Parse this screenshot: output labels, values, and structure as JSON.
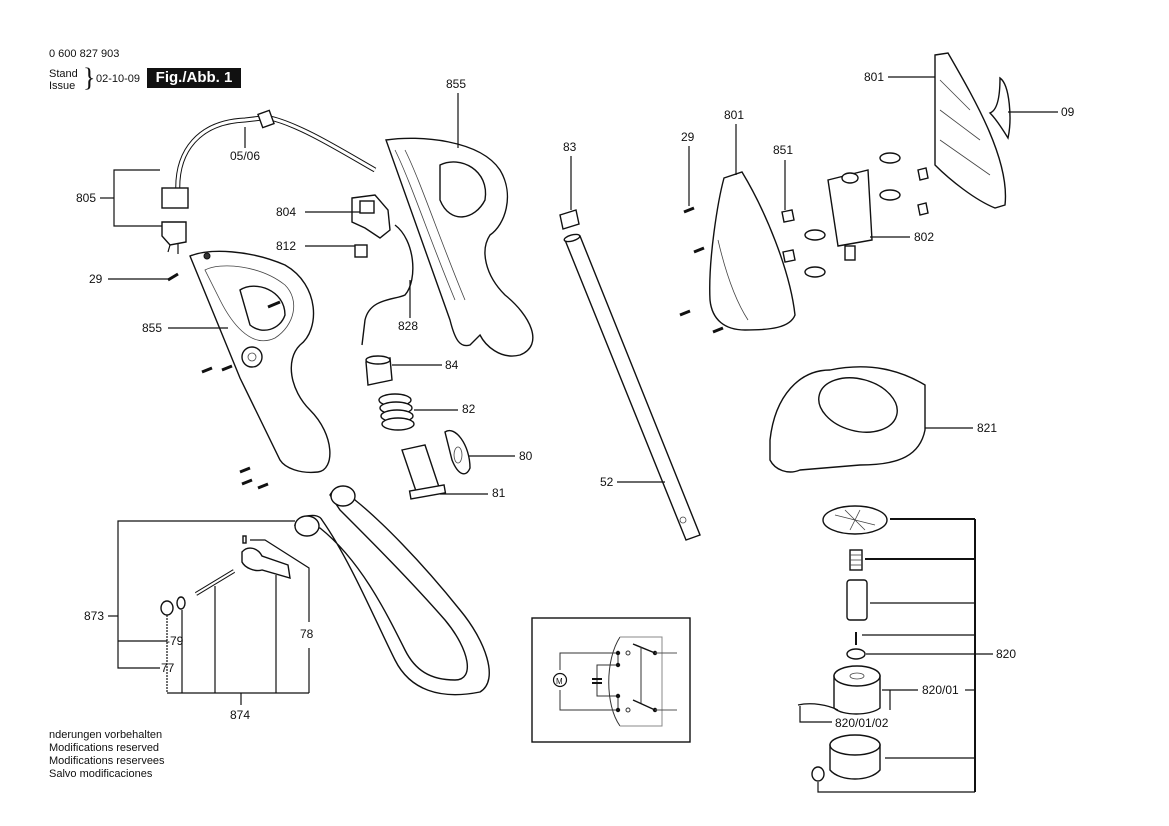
{
  "header": {
    "document_number": "0 600 827 903",
    "stand_label": "Stand",
    "issue_label": "Issue",
    "date": "02-10-09",
    "figure_label": "Fig./Abb. 1"
  },
  "footer": {
    "lines": [
      "nderungen vorbehalten",
      "Modifications reserved",
      "Modifications reservees",
      "Salvo modificaciones"
    ]
  },
  "parts": {
    "p855_top": "855",
    "p05_06": "05/06",
    "p805": "805",
    "p804": "804",
    "p812": "812",
    "p29_left": "29",
    "p855_left": "855",
    "p828": "828",
    "p84": "84",
    "p82": "82",
    "p80": "80",
    "p81": "81",
    "p83": "83",
    "p52": "52",
    "p29_right": "29",
    "p801_left": "801",
    "p801_right": "801",
    "p09": "09",
    "p851": "851",
    "p802": "802",
    "p821": "821",
    "p820": "820",
    "p820_01": "820/01",
    "p820_01_02": "820/01/02",
    "p873": "873",
    "p79": "-79",
    "p77": "77",
    "p78": "78",
    "p874": "874"
  },
  "schematic": {
    "motor_label": "M"
  }
}
